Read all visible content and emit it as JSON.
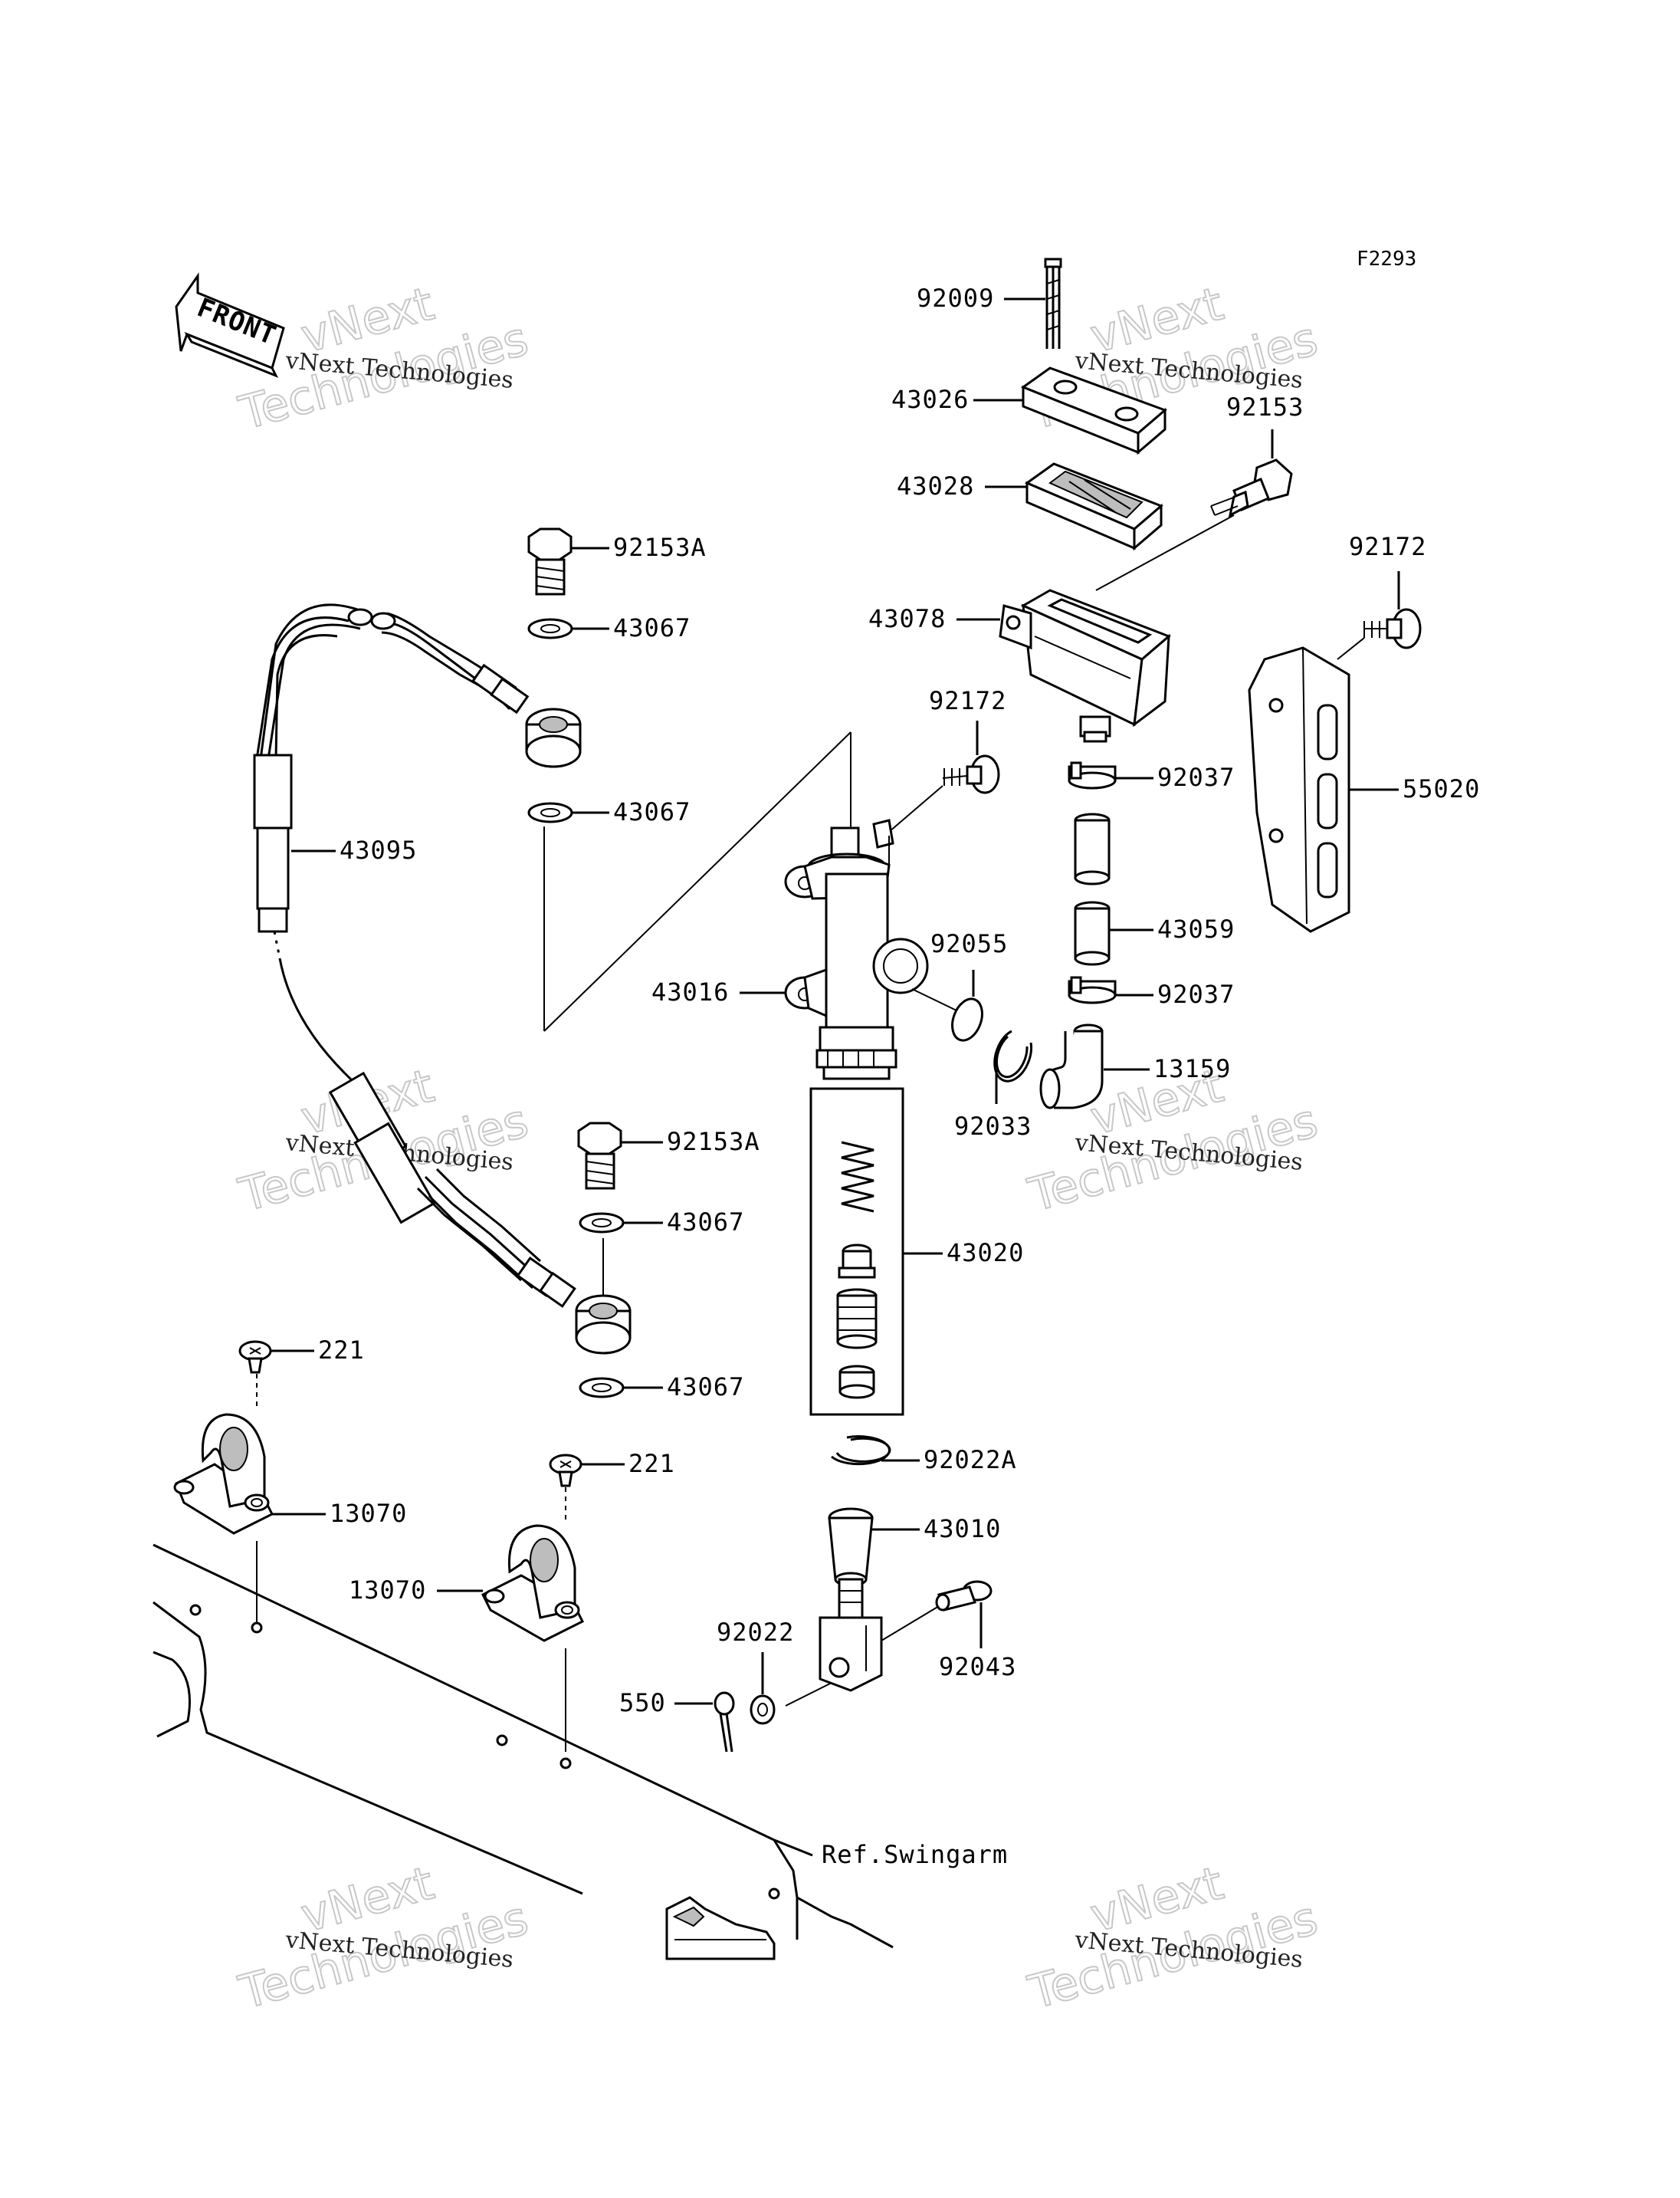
{
  "figure_code": "F2293",
  "front_label": "FRONT",
  "watermark": {
    "line1": "vNext Technologies",
    "line2": "vNext",
    "line3": "Technologies"
  },
  "parts": {
    "p92009": "92009",
    "p43026": "43026",
    "p92153": "92153",
    "p43028": "43028",
    "p92172a": "92172",
    "p43078": "43078",
    "p92172b": "92172",
    "p55020": "55020",
    "p92153A_top": "92153A",
    "p43067_1": "43067",
    "p43067_2": "43067",
    "p43095": "43095",
    "p92037a": "92037",
    "p43059": "43059",
    "p92055": "92055",
    "p43016": "43016",
    "p92037b": "92037",
    "p13159": "13159",
    "p92033": "92033",
    "p92153A_bot": "92153A",
    "p43067_3": "43067",
    "p43020": "43020",
    "p43067_4": "43067",
    "p221a": "221",
    "p13070a": "13070",
    "p221b": "221",
    "p92022A": "92022A",
    "p13070b": "13070",
    "p43010": "43010",
    "p92022": "92022",
    "p92043": "92043",
    "p550": "550"
  },
  "reference_label": "Ref.Swingarm"
}
